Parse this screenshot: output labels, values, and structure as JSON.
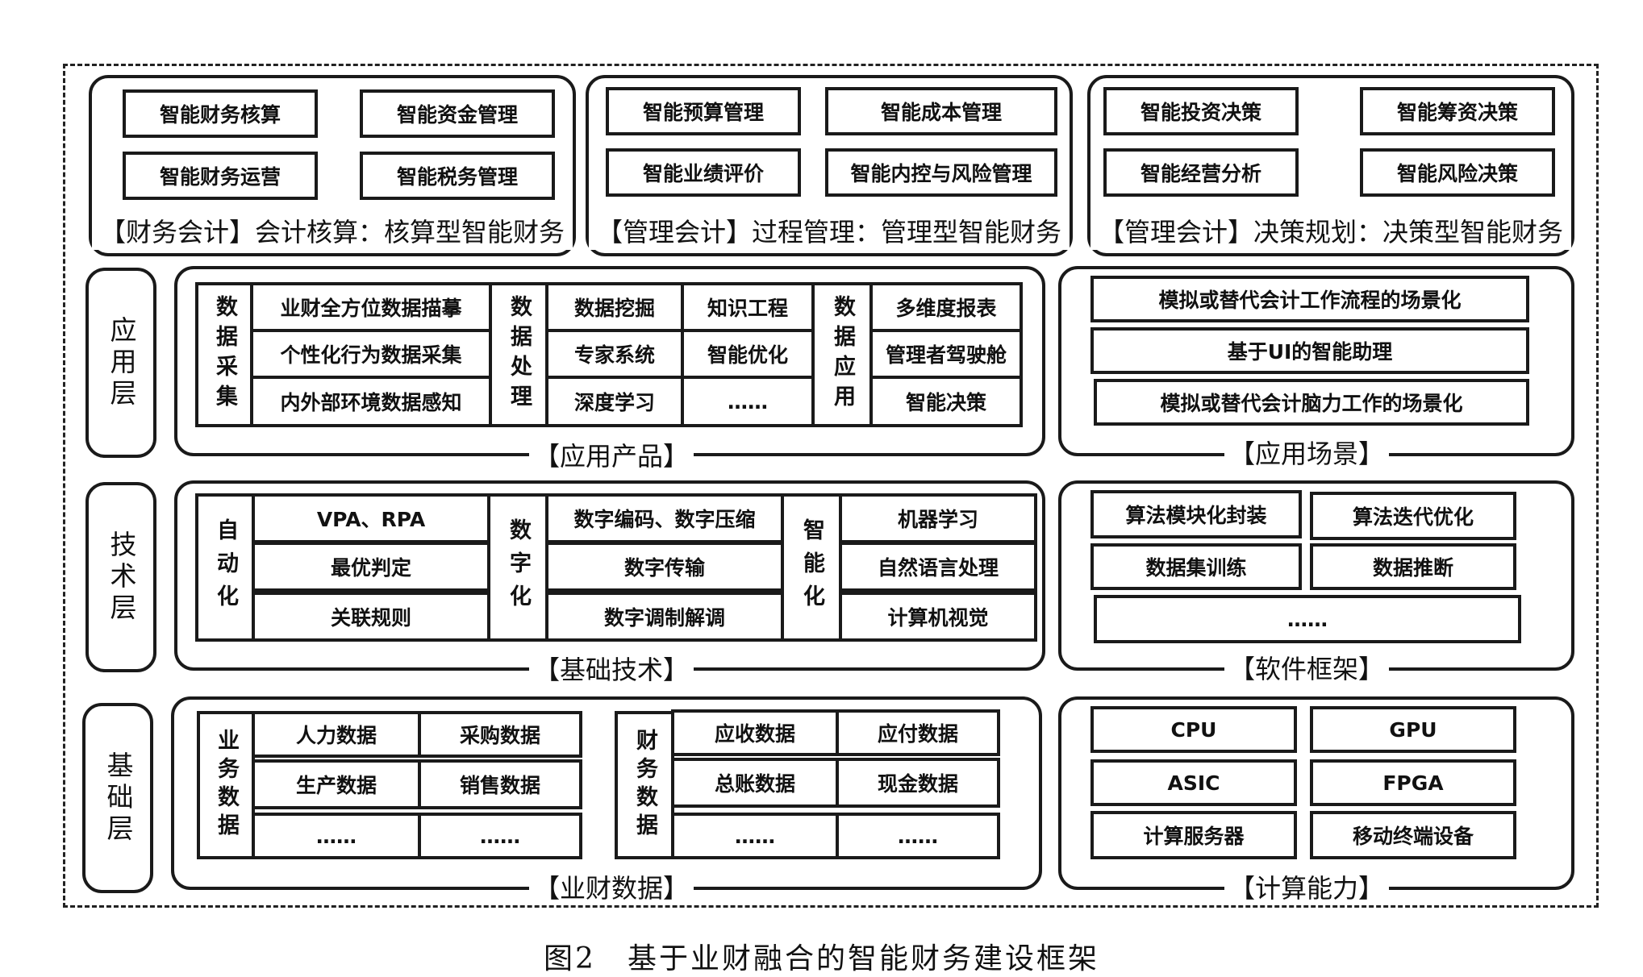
{
  "top": {
    "left": {
      "items": [
        "智能财务核算",
        "智能资金管理",
        "智能财务运营",
        "智能税务管理"
      ],
      "title": "【财务会计】会计核算：核算型智能财务"
    },
    "mid": {
      "items": [
        "智能预算管理",
        "智能成本管理",
        "智能业绩评价",
        "智能内控与风险管理"
      ],
      "title": "【管理会计】过程管理：管理型智能财务"
    },
    "right": {
      "items": [
        "智能投资决策",
        "智能筹资决策",
        "智能经营分析",
        "智能风险决策"
      ],
      "title": "【管理会计】决策规划：决策型智能财务"
    }
  },
  "layers": {
    "app": "应用层",
    "tech": "技术层",
    "base": "基础层"
  },
  "app": {
    "products_title": "【应用产品】",
    "collect": {
      "label": "数据采集",
      "items": [
        "业财全方位数据描摹",
        "个性化行为数据采集",
        "内外部环境数据感知"
      ]
    },
    "process": {
      "label": "数据处理",
      "items": [
        "数据挖掘",
        "知识工程",
        "专家系统",
        "智能优化",
        "深度学习",
        "……"
      ]
    },
    "apply": {
      "label": "数据应用",
      "items": [
        "多维度报表",
        "管理者驾驶舱",
        "智能决策"
      ]
    },
    "scenes_title": "【应用场景】",
    "scenes": [
      "模拟或替代会计工作流程的场景化",
      "基于UI的智能助理",
      "模拟或替代会计脑力工作的场景化"
    ]
  },
  "tech": {
    "basic_title": "【基础技术】",
    "automation": {
      "label": "自动化",
      "items": [
        "VPA、RPA",
        "最优判定",
        "关联规则"
      ]
    },
    "digital": {
      "label": "数字化",
      "items": [
        "数字编码、数字压缩",
        "数字传输",
        "数字调制解调"
      ]
    },
    "intelligent": {
      "label": "智能化",
      "items": [
        "机器学习",
        "自然语言处理",
        "计算机视觉"
      ]
    },
    "software_title": "【软件框架】",
    "software": [
      "算法模块化封装",
      "算法迭代优化",
      "数据集训练",
      "数据推断",
      "……"
    ]
  },
  "base": {
    "data_title": "【业财数据】",
    "business": {
      "label": "业务数据",
      "items": [
        "人力数据",
        "采购数据",
        "生产数据",
        "销售数据",
        "……",
        "……"
      ]
    },
    "finance": {
      "label": "财务数据",
      "items": [
        "应收数据",
        "应付数据",
        "总账数据",
        "现金数据",
        "……",
        "……"
      ]
    },
    "compute_title": "【计算能力】",
    "compute": [
      "CPU",
      "GPU",
      "ASIC",
      "FPGA",
      "计算服务器",
      "移动终端设备"
    ]
  },
  "caption": "图2　基于业财融合的智能财务建设框架"
}
